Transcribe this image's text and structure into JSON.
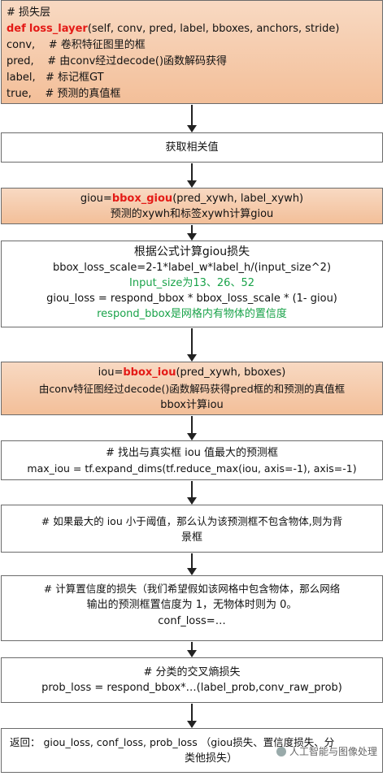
{
  "box1": {
    "l1": "# 损失层",
    "l2_kw": "def",
    "l2_fn": "loss_layer",
    "l2_rest": "(self, conv, pred, label, bboxes, anchors, stride)",
    "l3": "conv,    # 卷积特征图里的框",
    "l4": "pred,    # 由conv经过decode()函数解码获得",
    "l5": "label,   # 标记框GT",
    "l6": "true,    # 预测的真值框"
  },
  "box2": {
    "text": "获取相关值"
  },
  "box3": {
    "l1_pre": "giou=",
    "l1_fn": "bbox_giou",
    "l1_post": "(pred_xywh, label_xywh)",
    "l2": "预测的xywh和标签xywh计算giou"
  },
  "box4": {
    "l1": "根据公式计算giou损失",
    "l2": "bbox_loss_scale=2-1*label_w*label_h/(input_size^2)",
    "l3": "Input_size为13、26、52",
    "l4": "giou_loss = respond_bbox * bbox_loss_scale * (1- giou)",
    "l5": "respond_bbox是网格内有物体的置信度"
  },
  "box5": {
    "l1_pre": "iou=",
    "l1_fn": "bbox_iou",
    "l1_post": "(pred_xywh, bboxes)",
    "l2": "由conv特征图经过decode()函数解码获得pred框的和预测的真值框",
    "l3": "bbox计算iou"
  },
  "box6": {
    "l1": "# 找出与真实框 iou 值最大的预测框",
    "l2": "max_iou = tf.expand_dims(tf.reduce_max(iou, axis=-1), axis=-1)"
  },
  "box7": {
    "l1": "# 如果最大的 iou 小于阈值，那么认为该预测框不包含物体,则为背",
    "l2": "景框"
  },
  "box8": {
    "l1": "# 计算置信度的损失（我们希望假如该网格中包含物体，那么网络",
    "l2": "输出的预测框置信度为 1，无物体时则为 0。",
    "l3": "conf_loss=…"
  },
  "box9": {
    "l1": "# 分类的交叉熵损失",
    "l2": "prob_loss = respond_bbox*…(label_prob,conv_raw_prob)"
  },
  "box10": {
    "l1": "返回：  giou_loss, conf_loss, prob_loss （giou损失、置信度损失、分",
    "l2": "类他损失）"
  },
  "watermark": {
    "text": "人工智能与图像处理"
  },
  "colors": {
    "red": "#e41b17",
    "green": "#1aa34a",
    "orange": "#f3bf99"
  }
}
